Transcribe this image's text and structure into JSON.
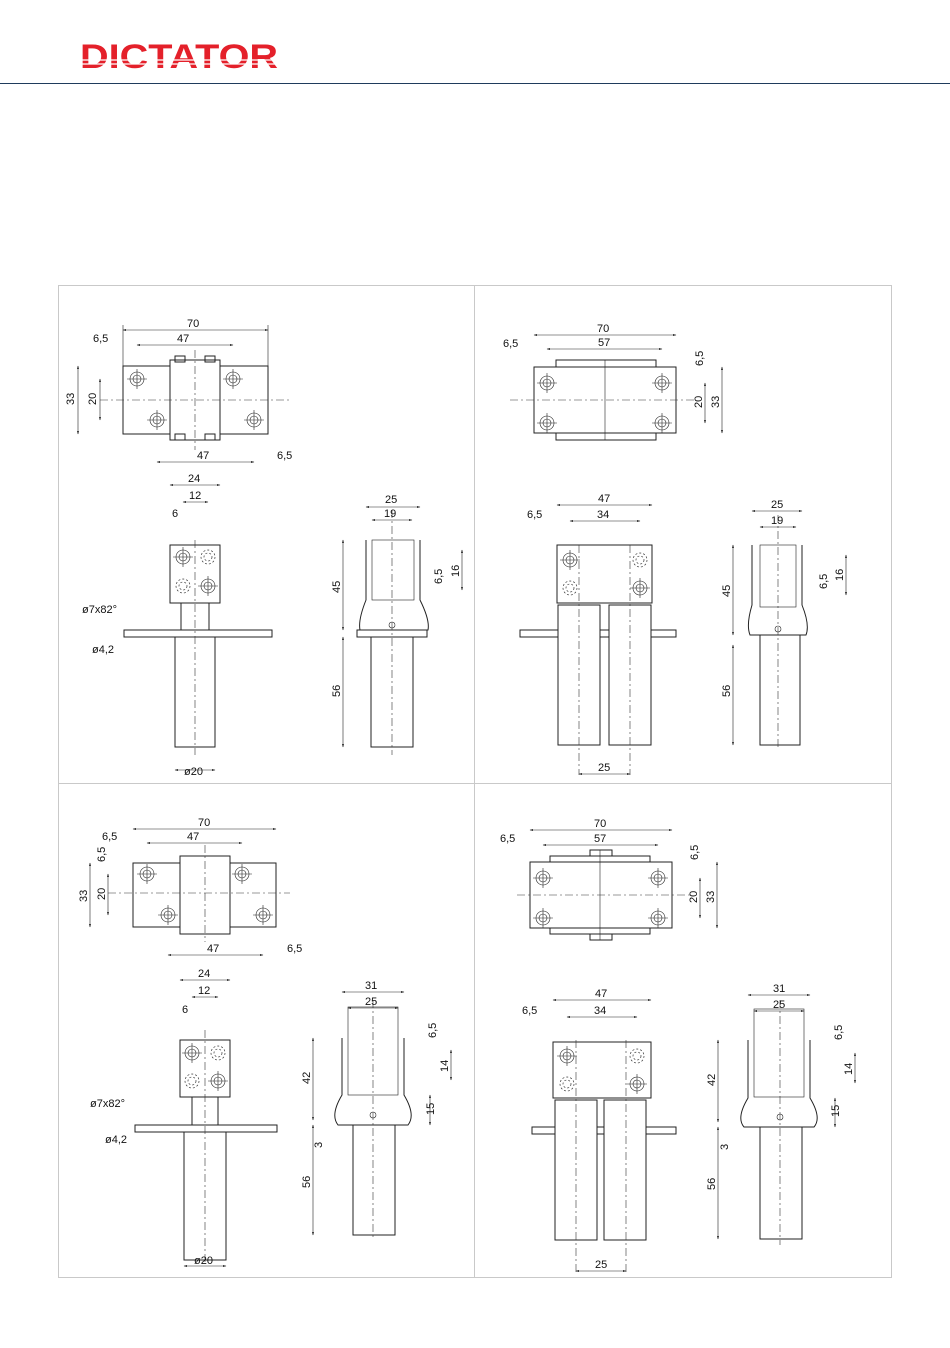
{
  "brand": {
    "name": "DICTATOR",
    "color": "#e4202a"
  },
  "panels": [
    {
      "id": "top-left",
      "top_view": {
        "w_total": "70",
        "w_inner": "47",
        "edge_top": "6,5",
        "height": "33",
        "hole_span": "20",
        "w_bottom": "47",
        "edge_right": "6,5"
      },
      "front_view": {
        "w": "24",
        "half": "12",
        "offset": "6",
        "countersink": "ø7x82°",
        "hole": "ø4,2",
        "dia": "ø20"
      },
      "side_view": {
        "w_outer": "25",
        "w_inner": "19",
        "h_upper": "45",
        "h_lower": "56",
        "gap": "6,5",
        "slot": "16"
      }
    },
    {
      "id": "top-right",
      "top_view": {
        "w_total": "70",
        "w_inner": "57",
        "edge_left": "6,5",
        "edge_right": "6,5",
        "hole_span": "20",
        "height": "33"
      },
      "front_view": {
        "w": "47",
        "inner": "34",
        "edge": "6,5",
        "pitch": "25"
      },
      "side_view": {
        "w_outer": "25",
        "w_inner": "19",
        "h_upper": "45",
        "h_lower": "56",
        "gap": "6,5",
        "slot": "16"
      }
    },
    {
      "id": "bottom-left",
      "top_view": {
        "w_total": "70",
        "w_inner": "47",
        "edge_left": "6,5",
        "edge_top": "6,5",
        "height": "33",
        "hole_span": "20",
        "w_bottom": "47",
        "edge_right": "6,5"
      },
      "front_view": {
        "w": "24",
        "half": "12",
        "offset": "6",
        "countersink": "ø7x82°",
        "hole": "ø4,2",
        "dia": "ø20"
      },
      "side_view": {
        "w_outer": "31",
        "w_inner": "25",
        "h_upper": "42",
        "h_lower": "56",
        "gap_small": "3",
        "gap": "6,5",
        "slot": "14",
        "lower": "15"
      }
    },
    {
      "id": "bottom-right",
      "top_view": {
        "w_total": "70",
        "w_inner": "57",
        "edge_left": "6,5",
        "edge_right": "6,5",
        "hole_span": "20",
        "height": "33"
      },
      "front_view": {
        "w": "47",
        "inner": "34",
        "edge": "6,5",
        "pitch": "25"
      },
      "side_view": {
        "w_outer": "31",
        "w_inner": "25",
        "h_upper": "42",
        "h_lower": "56",
        "gap_small": "3",
        "gap": "6,5",
        "slot": "14",
        "lower": "15"
      }
    }
  ]
}
